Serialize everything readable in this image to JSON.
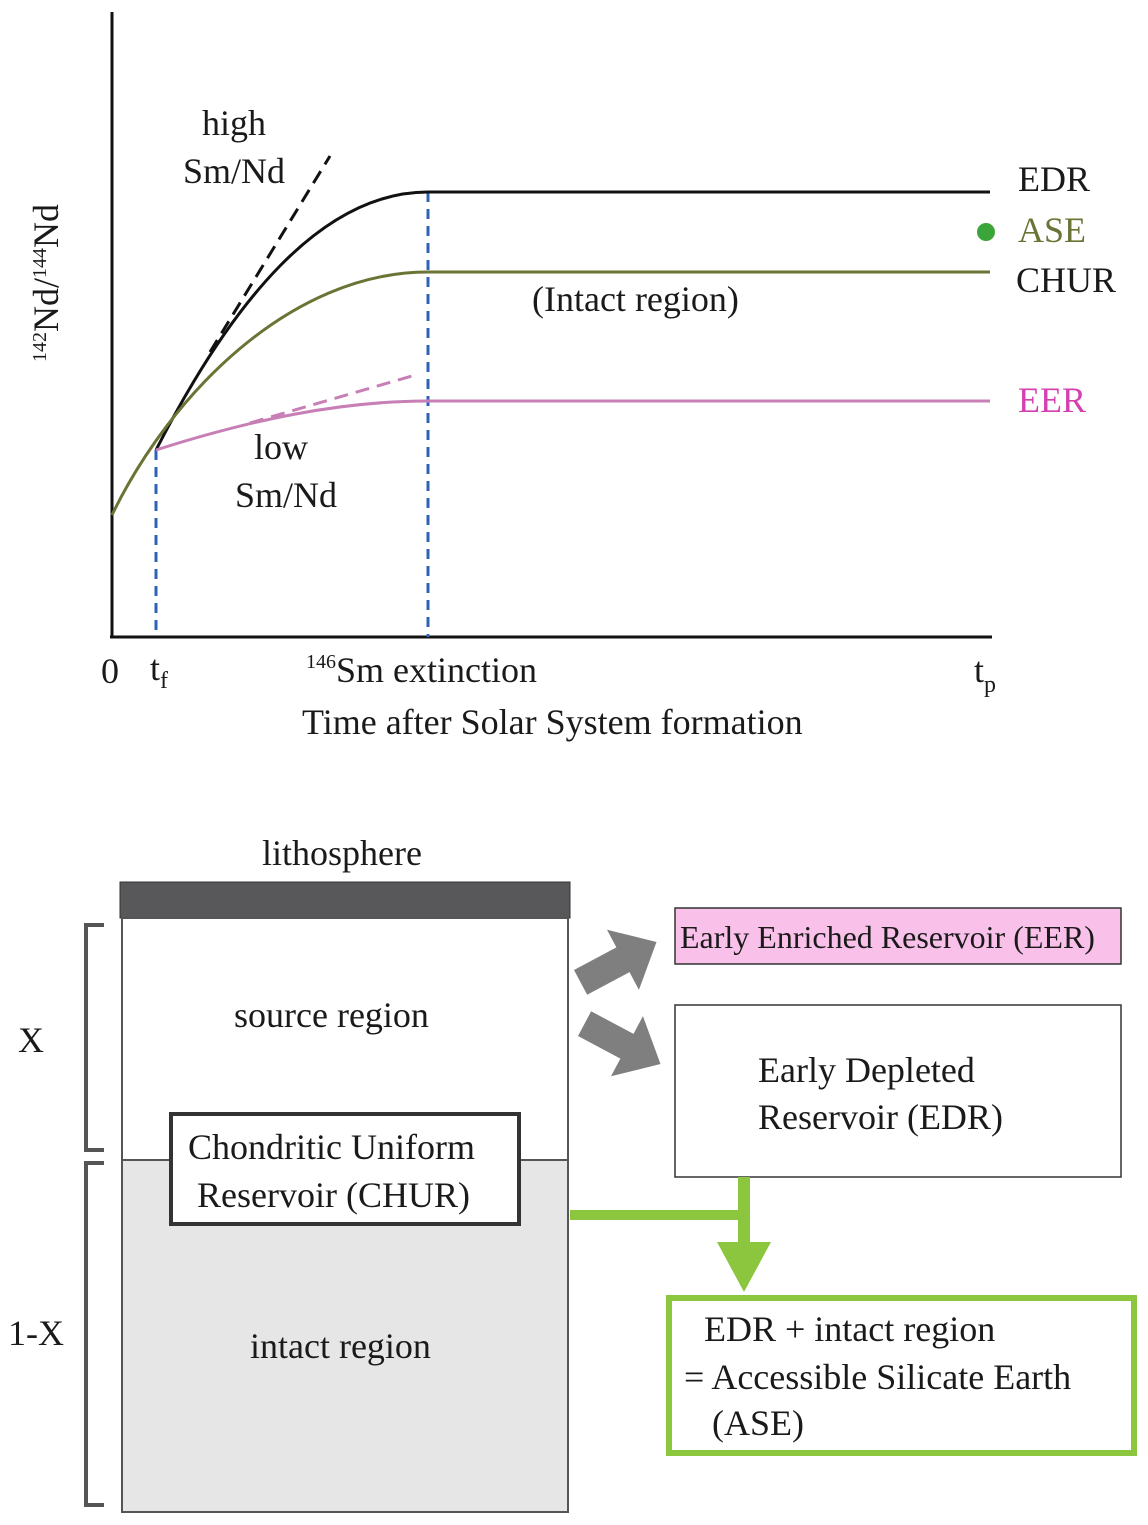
{
  "chart": {
    "y_axis": {
      "sup1": "142",
      "base1": "Nd/",
      "sup2": "144",
      "base2": "Nd"
    },
    "x_ticks": {
      "zero": "0",
      "tf_base": "t",
      "tf_sub": "f",
      "ext_sup": "146",
      "ext_text": "Sm extinction",
      "tp_base": "t",
      "tp_sub": "p"
    },
    "x_axis_label": "Time after Solar System formation",
    "annotations": {
      "high_line1": "high",
      "high_line2": "Sm/Nd",
      "low_line1": "low",
      "low_line2": "Sm/Nd",
      "intact": "(Intact region)"
    },
    "series_labels": {
      "edr": "EDR",
      "ase": "ASE",
      "chur": "CHUR",
      "eer": "EER"
    },
    "colors": {
      "edr": "#111111",
      "chur": "#6b7335",
      "eer": "#c77fb6",
      "ase_dot": "#3aa63a",
      "ase_text": "#6b7335",
      "eer_text": "#d63fb0",
      "guide": "#2d63b5"
    }
  },
  "diagram": {
    "lithosphere": "lithosphere",
    "source_region": "source region",
    "chur_line1": "Chondritic Uniform",
    "chur_line2": "Reservoir  (CHUR)",
    "intact_region": "intact region",
    "x_label": "X",
    "one_minus_x_label": "1-X",
    "eer_box": "Early Enriched Reservoir (EER)",
    "edr_line1": "Early Depleted",
    "edr_line2": "Reservoir (EDR)",
    "ase_line1": "EDR + intact region",
    "ase_line2": "= Accessible Silicate Earth",
    "ase_line3": "(ASE)",
    "colors": {
      "lithosphere": "#58585a",
      "intact_fill": "#e6e6e6",
      "eer_fill": "#f9c0ea",
      "green": "#8cc63f",
      "arrow_gray": "#7f7f7f"
    }
  }
}
